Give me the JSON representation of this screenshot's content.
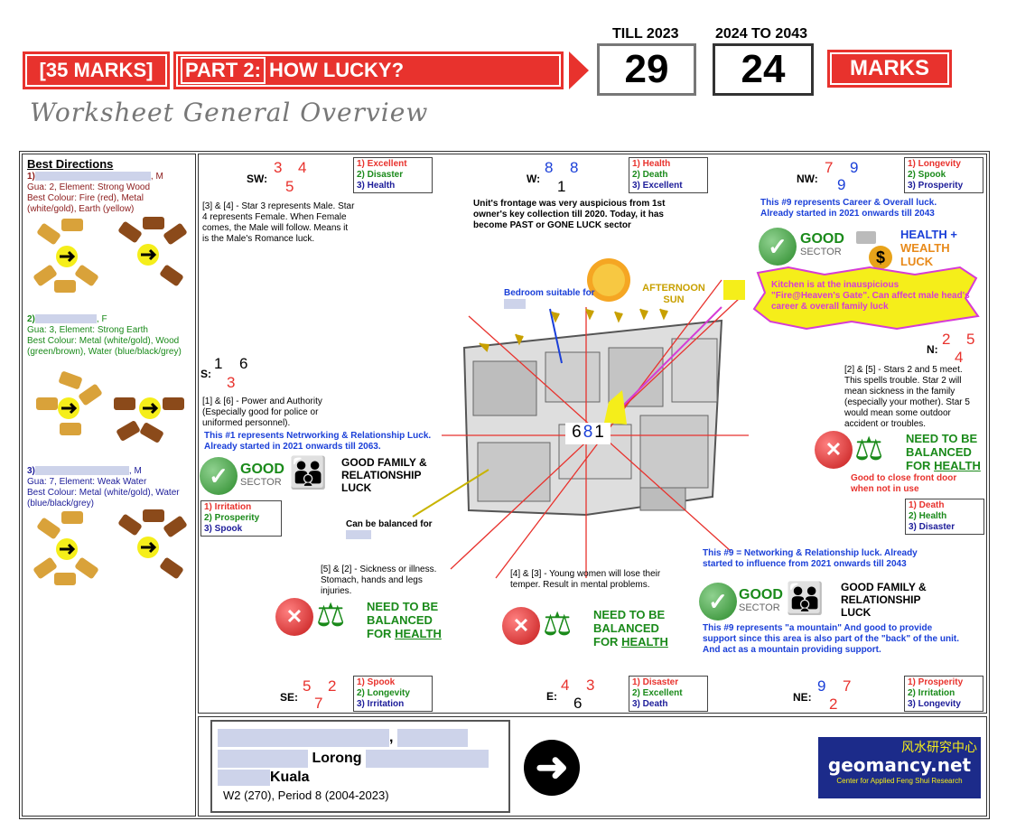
{
  "header": {
    "marks_badge": "[35 MARKS]",
    "part_label": "PART 2:",
    "part_title": "HOW LUCKY?",
    "till_label": "TILL 2023",
    "till_value": "29",
    "range_label": "2024 TO 2043",
    "range_value": "24",
    "marks_label": "MARKS",
    "worksheet_title": "Worksheet General Overview"
  },
  "sidebar": {
    "title": "Best Directions",
    "p1": {
      "num": "1)",
      "gender": ", M",
      "gua": "Gua: 2, Element: Strong Wood",
      "colour": "Best Colour: Fire (red), Metal (white/gold), Earth (yellow)"
    },
    "p2": {
      "num": "2)",
      "gender": ", F",
      "gua": "Gua: 3, Element: Strong Earth",
      "colour": "Best Colour: Metal (white/gold), Wood (green/brown), Water (blue/black/grey)"
    },
    "p3": {
      "num": "3)",
      "gender": ", M",
      "gua": "Gua: 7, Element: Weak Water",
      "colour": "Best Colour: Metal (white/gold), Water (blue/black/grey)"
    }
  },
  "sectors": {
    "sw": {
      "label": "SW:",
      "s1": "3",
      "s2": "4",
      "s3": "5",
      "l1": "1) Excellent",
      "l2": "2) Disaster",
      "l3": "3) Health"
    },
    "w": {
      "label": "W:",
      "s1": "8",
      "s2": "8",
      "s3": "1",
      "l1": "1) Health",
      "l2": "2) Death",
      "l3": "3) Excellent"
    },
    "nw": {
      "label": "NW:",
      "s1": "7",
      "s2": "9",
      "s3": "9",
      "l1": "1) Longevity",
      "l2": "2) Spook",
      "l3": "3) Prosperity"
    },
    "s": {
      "label": "S:",
      "s1": "1",
      "s2": "6",
      "s3": "3",
      "l1": "1) Irritation",
      "l2": "2) Prosperity",
      "l3": "3) Spook"
    },
    "n": {
      "label": "N:",
      "s1": "2",
      "s2": "5",
      "s3": "4",
      "l1": "1) Death",
      "l2": "2) Health",
      "l3": "3) Disaster"
    },
    "se": {
      "label": "SE:",
      "s1": "5",
      "s2": "2",
      "s3": "7",
      "l1": "1) Spook",
      "l2": "2) Longevity",
      "l3": "3) Irritation"
    },
    "e": {
      "label": "E:",
      "s1": "4",
      "s2": "3",
      "s3": "6",
      "l1": "1) Disaster",
      "l2": "2) Excellent",
      "l3": "3) Death"
    },
    "ne": {
      "label": "NE:",
      "s1": "9",
      "s2": "7",
      "s3": "2",
      "l1": "1) Prosperity",
      "l2": "2) Irritation",
      "l3": "3) Longevity"
    }
  },
  "center": {
    "a": "6",
    "b": "8",
    "c": "1"
  },
  "notes": {
    "sw": "[3] & [4] - Star 3 represents Male. Star 4 represents Female. When Female comes, the Male will follow. Means it is the Male's Romance luck.",
    "w": "Unit's frontage was very auspicious from 1st owner's key collection till 2020. Today, it has become PAST or GONE LUCK sector",
    "nw_blue": "This #9 represents Career & Overall luck. Already started in 2021 onwards till 2043",
    "nw_health": "HEALTH +",
    "nw_wealth": "WEALTH",
    "nw_luck": "LUCK",
    "afternoon": "AFTERNOON SUN",
    "bedroom": "Bedroom suitable for",
    "kitchen": "Kitchen is at the inauspicious \"Fire@Heaven's Gate\". Can affect male head's career & overall family luck",
    "s": "[1] & [6] - Power and Authority (Especially good for police or uniformed personnel).",
    "s_blue": "This #1 represents Netrworking & Relationship Luck. Already started in 2021 onwards till 2063.",
    "family": "GOOD FAMILY & RELATIONSHIP LUCK",
    "n": "[2] & [5] - Stars 2 and 5 meet. This spells trouble. Star 2 will mean sickness in the family (especially your mother). Star 5 would mean some outdoor accident or troubles.",
    "n_red": "Good to close front door when not in use",
    "balanced_for": "Can be balanced for",
    "se": "[5] & [2] - Sickness or illness. Stomach, hands and legs injuries.",
    "e": "[4] & [3] - Young women will lose their temper. Result in mental problems.",
    "ne_blue": "This #9 = Networking & Relationship luck. Already started to influence from 2021 onwards till 2043",
    "ne_blue2": "This #9 represents \"a mountain\" And good to provide support since this area is also part of the \"back\" of the unit. And act as a mountain providing support.",
    "good": "GOOD",
    "sector": "SECTOR",
    "need1": "NEED TO BE",
    "need2": "BALANCED",
    "need3": "FOR",
    "need4": "HEALTH"
  },
  "address": {
    "comma": ",",
    "lorong": "Lorong",
    "kuala": "Kuala",
    "line": "W2 (270), Period 8 (2004-2023)"
  },
  "logo": {
    "cn": "风水研究中心",
    "brand": "geomancy.net",
    "sub": "Center for Applied Feng Shui Research"
  },
  "colors": {
    "accent": "#e8322d",
    "good": "#1a8a1a",
    "blue": "#1a3fd8"
  }
}
